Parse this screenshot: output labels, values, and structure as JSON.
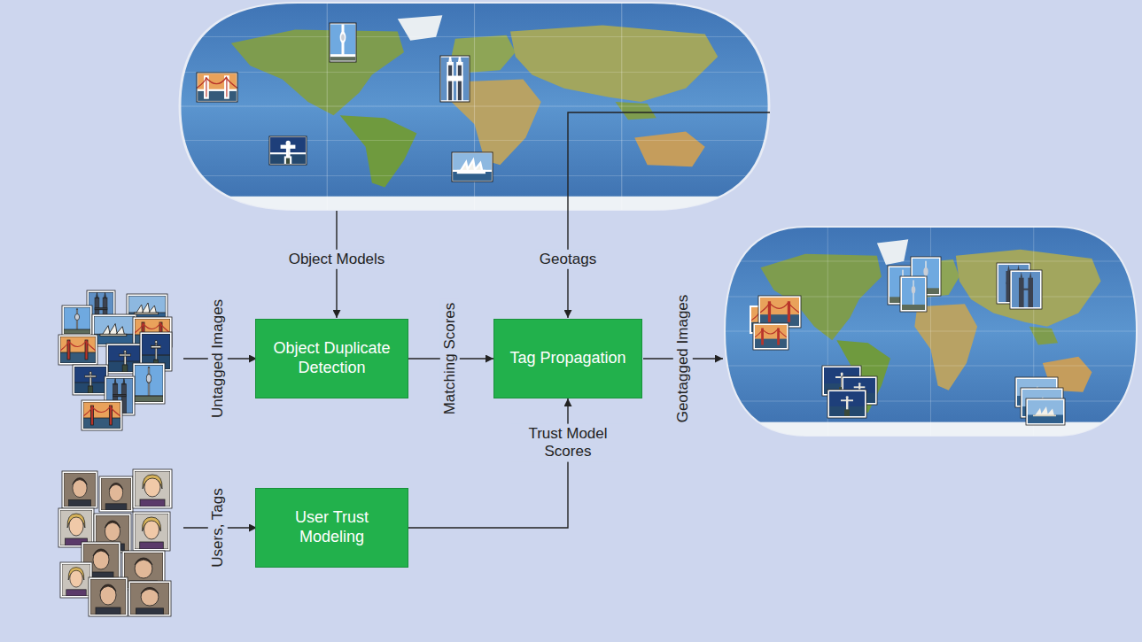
{
  "diagram": {
    "nodes": [
      {
        "text": [
          "Object Duplicate Detection"
        ]
      },
      {
        "text": [
          "Tag Propagation"
        ]
      },
      {
        "text": [
          "User Trust Modeling"
        ]
      }
    ],
    "edges": [
      {
        "from": 0,
        "to": 1,
        "label": "Matching Scores",
        "arrow": "to"
      },
      {
        "from": 2,
        "to": 1,
        "label": "Trust Model Scores",
        "arrow": "to"
      }
    ],
    "labels": [
      "Object Models",
      "Geotags",
      "Untagged Images",
      "Users, Tags",
      "Geotagged Images"
    ]
  }
}
